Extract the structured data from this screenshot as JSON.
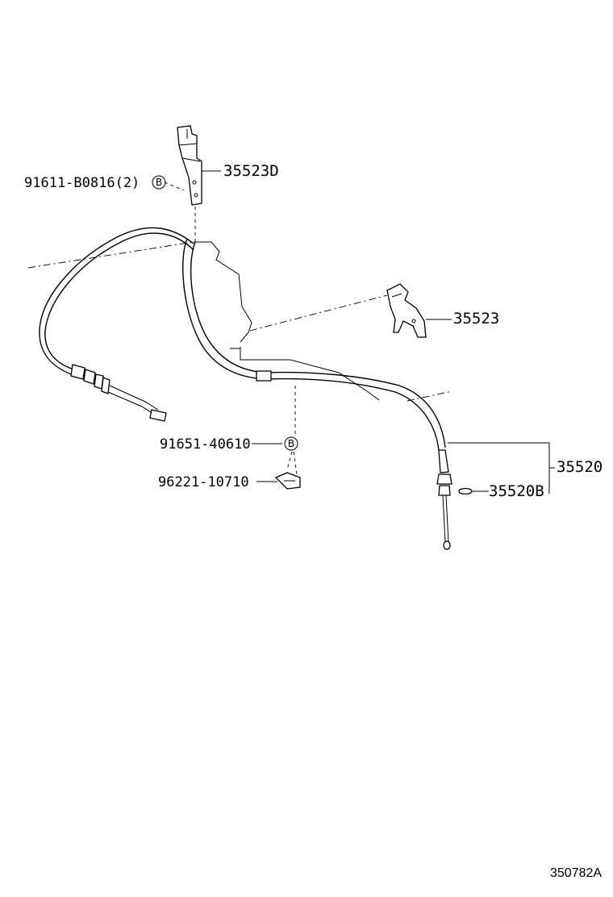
{
  "callouts": {
    "bracket_upper": "35523D",
    "bolt": "91611-B0816(2)",
    "bolt_circle": "B",
    "clamp": "35523",
    "nut": "91651-40610",
    "nut_circle": "B",
    "clip": "96221-10710",
    "cable_assy": "35520",
    "ring": "35520B"
  },
  "figure_ref": "350782A"
}
